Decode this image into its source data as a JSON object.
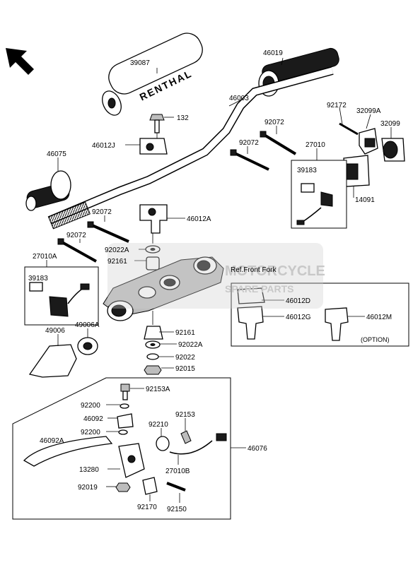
{
  "labels": {
    "l39087": "39087",
    "l46019": "46019",
    "l132": "132",
    "l46003": "46003",
    "l46012J": "46012J",
    "l92072a": "92072",
    "l92072b": "92072",
    "l92172": "92172",
    "l32099A": "32099A",
    "l32099": "32099",
    "l46075": "46075",
    "l27010": "27010",
    "l39183a": "39183",
    "l14091": "14091",
    "l92072c": "92072",
    "l46012A": "46012A",
    "l92072d": "92072",
    "l92022A": "92022A",
    "l27010A": "27010A",
    "l92161a": "92161",
    "l39183b": "39183",
    "l49006": "49006",
    "l49006A": "49006A",
    "l92161b": "92161",
    "l92022Ab": "92022A",
    "l92022": "92022",
    "l92015": "92015",
    "l92153A": "92153A",
    "l92200a": "92200",
    "l46092": "46092",
    "l92153": "92153",
    "l92200b": "92200",
    "l92210": "92210",
    "l46092A": "46092A",
    "l46076": "46076",
    "l13280": "13280",
    "l27010B": "27010B",
    "l92019": "92019",
    "l92170": "92170",
    "l92150": "92150",
    "l46012D": "46012D",
    "l46012G": "46012G",
    "l46012M": "46012M"
  },
  "ref_front_fork": "Ref.Front Fork",
  "option_label": "(OPTION)",
  "grip_brand": "RENTHAL",
  "watermark": {
    "line1": "MOTORCYCLE",
    "line2": "SPARE PARTS"
  }
}
